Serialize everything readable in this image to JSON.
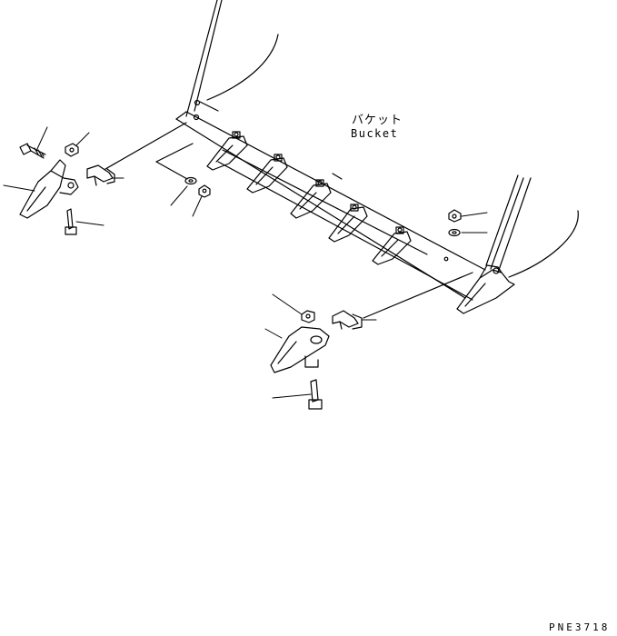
{
  "labels": {
    "part_name_jp": "バケット",
    "part_name_en": "Bucket",
    "drawing_code": "PNE3718"
  },
  "colors": {
    "line": "#000000",
    "background": "#ffffff"
  }
}
